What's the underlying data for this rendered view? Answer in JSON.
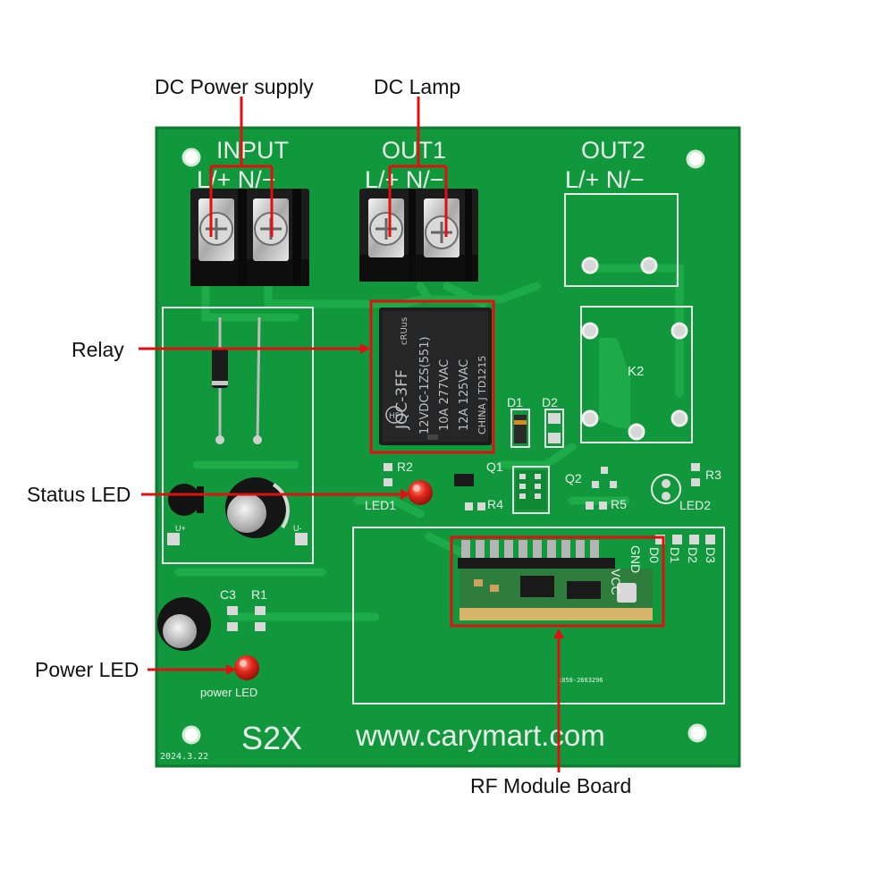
{
  "callouts": {
    "dc_power_supply": "DC Power supply",
    "dc_lamp": "DC Lamp",
    "relay": "Relay",
    "status_led": "Status LED",
    "power_led": "Power LED",
    "rf_module_board": "RF Module Board"
  },
  "silkscreen": {
    "input": "INPUT",
    "input_terminals": "L/+ N/−",
    "out1": "OUT1",
    "out1_terminals": "L/+ N/−",
    "out2": "OUT2",
    "out2_terminals": "L/+ N/−",
    "k2": "K2",
    "d1": "D1",
    "d2": "D2",
    "r2": "R2",
    "q1": "Q1",
    "q2": "Q2",
    "r3": "R3",
    "r4": "R4",
    "r5": "R5",
    "led1": "LED1",
    "led2": "LED2",
    "c3": "C3",
    "r1": "R1",
    "power_led": "power LED",
    "vcc": "VCC",
    "gnd": "GND",
    "d0": "D0",
    "d1_pin": "D1",
    "d2_pin": "D2",
    "d3_pin": "D3",
    "model": "S2X",
    "website": "www.carymart.com",
    "date": "2024.3.22",
    "rf_code": "1058-2663296",
    "u_plus": "U+",
    "u_minus": "U-"
  },
  "relay_label": {
    "brand": "HF",
    "model": "JQC-3FF",
    "spec1": "12VDC-1ZS(551)",
    "spec2": "10A 277VAC",
    "spec3": "12A 125VAC",
    "origin": "CHINA J TD1215",
    "cert": "cRUus"
  },
  "colors": {
    "board_green": "#12983c",
    "callout_red": "#e01010",
    "silk_white": "#e8f3ea"
  }
}
